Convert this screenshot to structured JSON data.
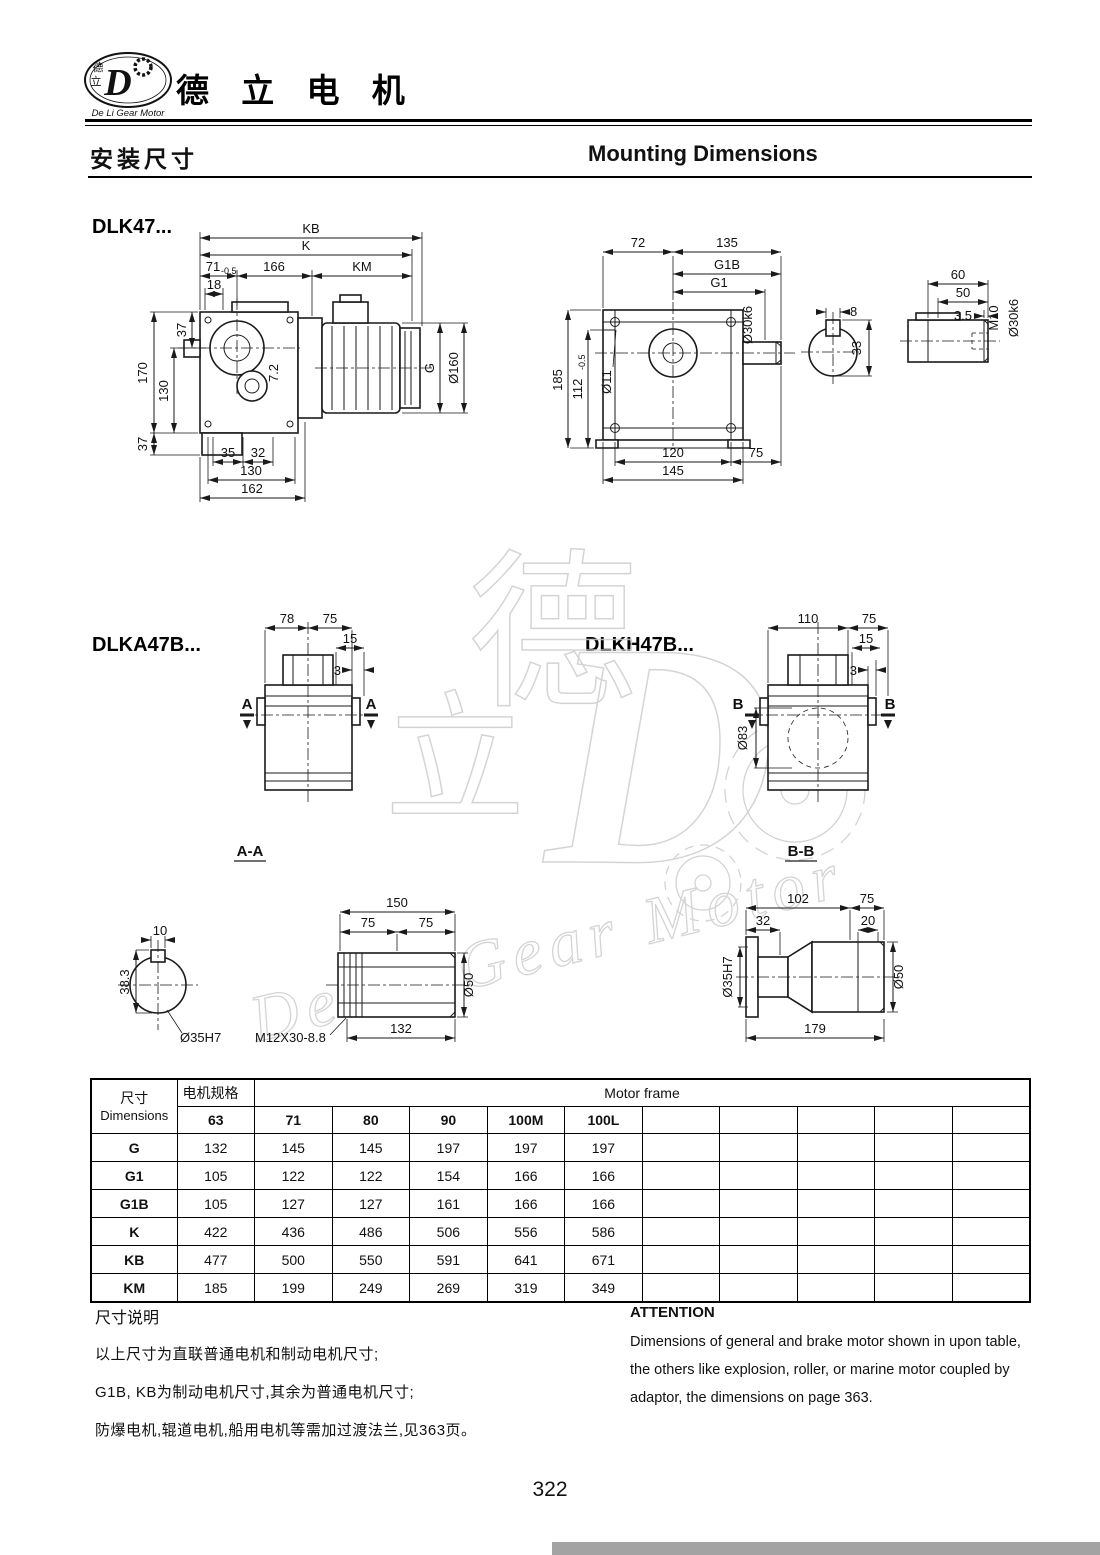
{
  "header": {
    "brand": "德 立 电 机",
    "logo": {
      "letter": "D",
      "char_top": "德",
      "char_bottom": "立",
      "sub": "De Li Gear Motor"
    }
  },
  "section": {
    "title_cn": "安装尺寸",
    "title_en": "Mounting Dimensions"
  },
  "models": {
    "dlk47": "DLK47...",
    "dlka47b": "DLKA47B...",
    "dlkh47b": "DLKH47B..."
  },
  "dims": {
    "side": {
      "kb": "KB",
      "k": "K",
      "d71": "71",
      "d71tol": "-0.5",
      "d166": "166",
      "km": "KM",
      "d18": "18",
      "d37top": "37",
      "d170": "170",
      "d130left": "130",
      "d72": "7.2",
      "d37bot": "37",
      "d35": "35",
      "d32": "32",
      "d130bot": "130",
      "d162": "162",
      "g": "G",
      "d160": "Ø160"
    },
    "front": {
      "d72": "72",
      "d135": "135",
      "g1b": "G1B",
      "g1": "G1",
      "d30k6": "Ø30k6",
      "d185": "185",
      "d112": "112",
      "d112tol": "-0.5",
      "d11": "Ø11",
      "d120": "120",
      "d75": "75",
      "d145": "145"
    },
    "key_section": {
      "d8": "8",
      "d33": "33"
    },
    "shaft_end": {
      "d60": "60",
      "d50": "50",
      "d35": "3.5",
      "m10": "M10",
      "d30k6": "Ø30k6"
    },
    "dlka": {
      "d78": "78",
      "d75": "75",
      "d15": "15",
      "d3": "3",
      "sec": "A"
    },
    "dlkh": {
      "d110": "110",
      "d75": "75",
      "d15": "15",
      "d3": "3",
      "d83": "Ø83",
      "sec": "B"
    },
    "aa": {
      "title": "A-A",
      "d10": "10",
      "d383": "38.3",
      "d35h7": "Ø35H7",
      "d150": "150",
      "d75a": "75",
      "d75b": "75",
      "d50": "Ø50",
      "m12": "M12X30-8.8",
      "d132": "132"
    },
    "bb": {
      "title": "B-B",
      "d102": "102",
      "d75": "75",
      "d32": "32",
      "d20": "20",
      "d50": "Ø50",
      "d35h7": "Ø35H7",
      "d179": "179"
    }
  },
  "table": {
    "col1_cn": "尺寸",
    "col1_en": "Dimensions",
    "motor_cn": "电机规格",
    "motor_en": "Motor frame",
    "frames": [
      "63",
      "71",
      "80",
      "90",
      "100M",
      "100L",
      "",
      "",
      "",
      "",
      ""
    ],
    "rows": [
      {
        "label": "G",
        "values": [
          "132",
          "145",
          "145",
          "197",
          "197",
          "197"
        ]
      },
      {
        "label": "G1",
        "values": [
          "105",
          "122",
          "122",
          "154",
          "166",
          "166"
        ]
      },
      {
        "label": "G1B",
        "values": [
          "105",
          "127",
          "127",
          "161",
          "166",
          "166"
        ]
      },
      {
        "label": "K",
        "values": [
          "422",
          "436",
          "486",
          "506",
          "556",
          "586"
        ]
      },
      {
        "label": "KB",
        "values": [
          "477",
          "500",
          "550",
          "591",
          "641",
          "671"
        ]
      },
      {
        "label": "KM",
        "values": [
          "185",
          "199",
          "249",
          "269",
          "319",
          "349"
        ]
      }
    ]
  },
  "notes": {
    "cn_title": "尺寸说明",
    "cn_lines": [
      "以上尺寸为直联普通电机和制动电机尺寸;",
      "G1B, KB为制动电机尺寸,其余为普通电机尺寸;",
      "防爆电机,辊道电机,船用电机等需加过渡法兰,见363页。"
    ],
    "en_title": "ATTENTION",
    "en_lines": [
      "Dimensions of general and brake motor shown in upon table,",
      "the others like explosion, roller, or marine motor coupled by",
      "adaptor, the dimensions on page 363."
    ]
  },
  "watermark": {
    "char1": "德",
    "char2": "立",
    "letter": "D",
    "text": "De Li Gear Motor"
  },
  "page_number": "322"
}
